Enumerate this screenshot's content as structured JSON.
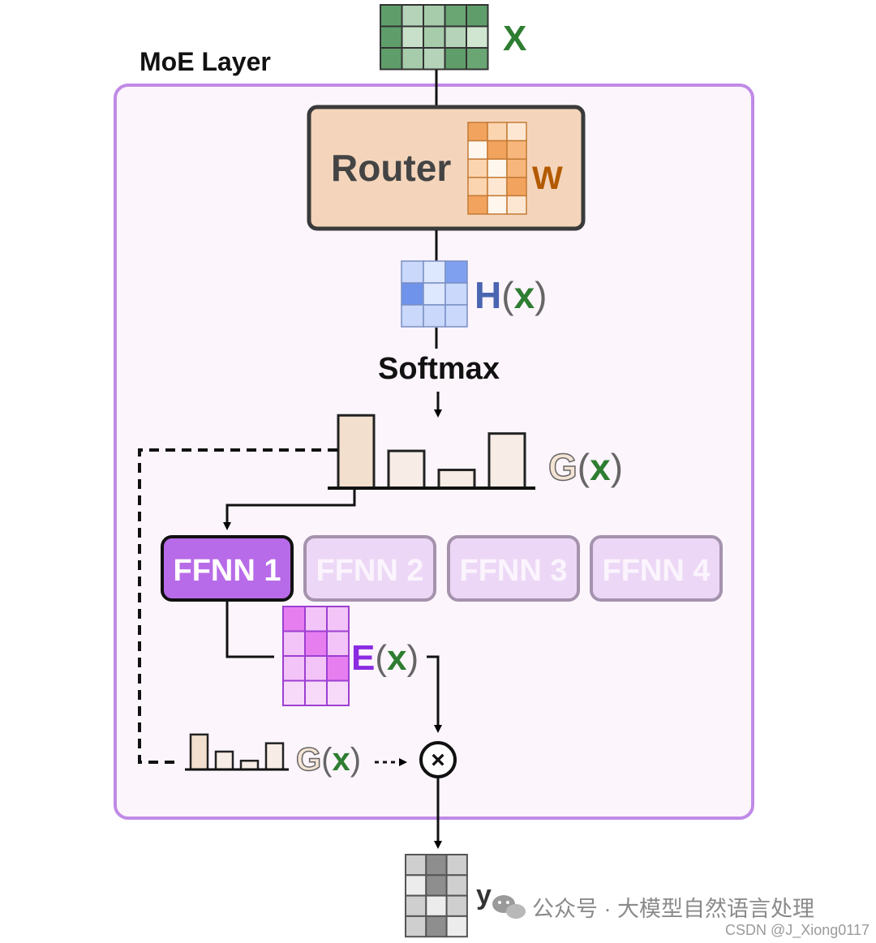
{
  "layer_title": "MoE Layer",
  "input": {
    "label": "X",
    "grid": [
      [
        "#5f9e6b",
        "#b5d3b8",
        "#a7ccac",
        "#6aa574",
        "#5f9e6b"
      ],
      [
        "#5f9e6b",
        "#c8e0ca",
        "#a7ccac",
        "#b5d3b8",
        "#d0e6d1"
      ],
      [
        "#5f9e6b",
        "#a7ccac",
        "#b5d3b8",
        "#5f9e6b",
        "#6aa574"
      ]
    ]
  },
  "router": {
    "label": "Router",
    "weight_label": "W",
    "grid": [
      [
        "#f2a45f",
        "#fbd5b0",
        "#fde7d2"
      ],
      [
        "#fff7ee",
        "#f2a45f",
        "#f7b77c"
      ],
      [
        "#fbd5b0",
        "#fff7ee",
        "#f7b77c"
      ],
      [
        "#fbd5b0",
        "#fde7d2",
        "#f2a45f"
      ],
      [
        "#f2a45f",
        "#fff7ee",
        "#fde7d2"
      ]
    ]
  },
  "hidden": {
    "label_main": "H",
    "label_paren_open": "(",
    "label_var": "x",
    "label_paren_close": ")",
    "grid": [
      [
        "#c9d8fb",
        "#dde7fd",
        "#7fa0ee"
      ],
      [
        "#6f93ea",
        "#dde7fd",
        "#c9d8fb"
      ],
      [
        "#c9d8fb",
        "#c9d8fb",
        "#c9d8fb"
      ]
    ]
  },
  "softmax_label": "Softmax",
  "gate": {
    "label_main": "G",
    "label_paren_open": "(",
    "label_var": "x",
    "label_paren_close": ")",
    "values": [
      0.88,
      0.45,
      0.22,
      0.66
    ]
  },
  "experts": [
    {
      "label": "FFNN 1",
      "active": true
    },
    {
      "label": "FFNN 2",
      "active": false
    },
    {
      "label": "FFNN 3",
      "active": false
    },
    {
      "label": "FFNN 4",
      "active": false
    }
  ],
  "expert_output": {
    "label_main": "E",
    "label_paren_open": "(",
    "label_var": "x",
    "label_paren_close": ")",
    "grid": [
      [
        "#e77ef0",
        "#f3c4f7",
        "#f3c4f7"
      ],
      [
        "#f3c4f7",
        "#e77ef0",
        "#f3c4f7"
      ],
      [
        "#f3c4f7",
        "#f3c4f7",
        "#e77ef0"
      ],
      [
        "#f7dafa",
        "#f7dafa",
        "#f7dafa"
      ]
    ]
  },
  "multiply_symbol": "×",
  "output": {
    "label": "y",
    "grid": [
      [
        "#cfcfcf",
        "#8e8e8e",
        "#cfcfcf"
      ],
      [
        "#ececec",
        "#8e8e8e",
        "#cfcfcf"
      ],
      [
        "#cfcfcf",
        "#ececec",
        "#cfcfcf"
      ],
      [
        "#cfcfcf",
        "#8e8e8e",
        "#ececec"
      ]
    ]
  },
  "watermark": {
    "channel": "公众号 · 大模型自然语言处理",
    "site": "CSDN @J_Xiong0117"
  },
  "colors": {
    "moe_border": "#c08ae6",
    "moe_fill": "#fcf5fc",
    "router_fill": "#f4d5bb",
    "router_text": "#444444",
    "w_color": "#b35a00",
    "h_color": "#4a66b0",
    "x_green": "#2e7d32",
    "e_purple": "#8b2be2",
    "gate_bar_1": "#f2dfcd",
    "gate_bar_other": "#f7ece6",
    "ffnn_active": "#b86be8",
    "ffnn_inactive": "#ecd8f6"
  }
}
